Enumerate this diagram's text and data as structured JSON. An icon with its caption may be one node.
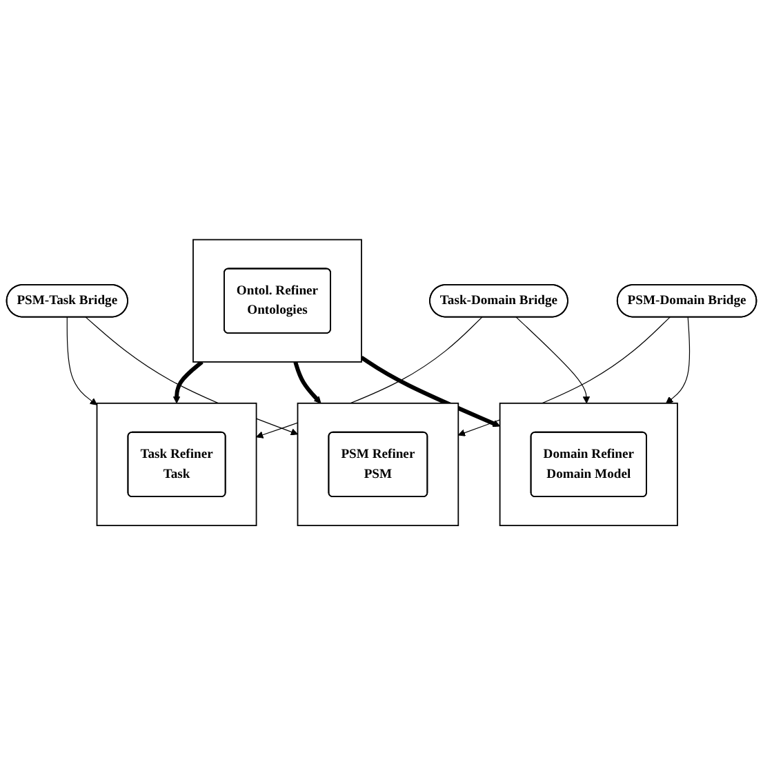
{
  "diagram": {
    "nodes": [
      {
        "text": [],
        "shape": "box"
      },
      {
        "text": [
          "Task Refiner",
          "Task"
        ],
        "in": 0
      },
      {
        "text": [
          "PSM-Task Bridge"
        ]
      },
      {
        "text": [],
        "shape": "box"
      },
      {
        "text": [
          "PSM Refiner",
          "PSM"
        ],
        "in": 3
      },
      {
        "text": [
          "Task-Domain Bridge"
        ]
      },
      {
        "text": [],
        "shape": "box"
      },
      {
        "text": [
          "Ontol. Refiner",
          "Ontologies"
        ],
        "in": 6
      },
      {
        "text": [
          "PSM-Domain Bridge"
        ]
      },
      {
        "text": [],
        "shape": "box"
      },
      {
        "text": [
          "Domain Refiner",
          "Domain Model"
        ],
        "in": 9
      }
    ],
    "edges": [
      {
        "from": 2,
        "to": 0,
        "arrow": "to"
      },
      {
        "from": 2,
        "to": 3,
        "arrow": "to"
      },
      {
        "from": 6,
        "to": 0,
        "arrow": "to",
        "style": "thick"
      },
      {
        "from": 6,
        "to": 3,
        "arrow": "to",
        "style": "thick"
      },
      {
        "from": 5,
        "to": 0,
        "arrow": "to"
      },
      {
        "from": 5,
        "to": 9,
        "arrow": "to"
      },
      {
        "from": 6,
        "to": 9,
        "arrow": "to",
        "style": "thick"
      },
      {
        "from": 8,
        "to": 3,
        "arrow": "to"
      },
      {
        "from": 8,
        "to": 9,
        "arrow": "to"
      }
    ]
  }
}
